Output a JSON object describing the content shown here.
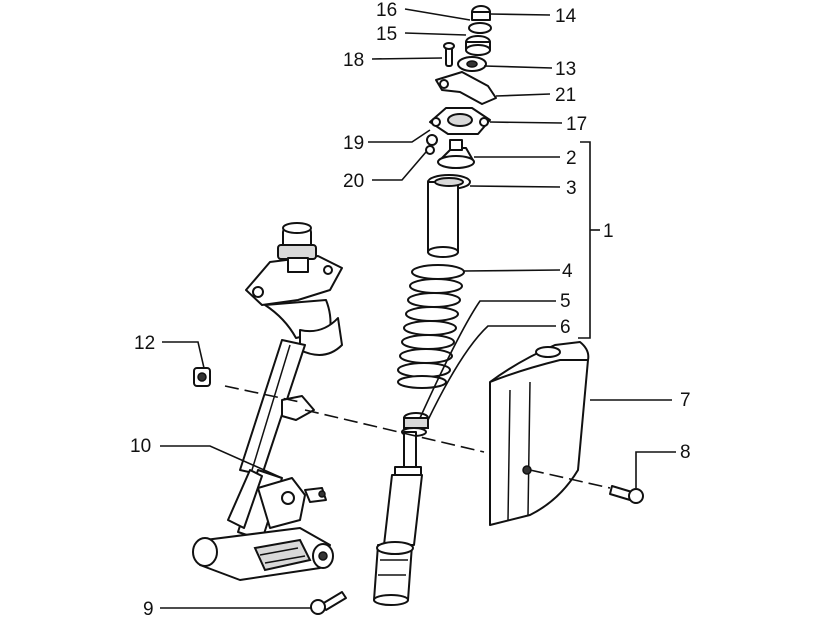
{
  "callouts": {
    "c1": "1",
    "c2": "2",
    "c3": "3",
    "c4": "4",
    "c5": "5",
    "c6": "6",
    "c7": "7",
    "c8": "8",
    "c9": "9",
    "c10": "10",
    "c11": "12",
    "c12": "13",
    "c13": "14",
    "c14": "15",
    "c15": "16",
    "c16": "17",
    "c17": "18",
    "c18": "19",
    "c19": "20",
    "c20": "21"
  }
}
